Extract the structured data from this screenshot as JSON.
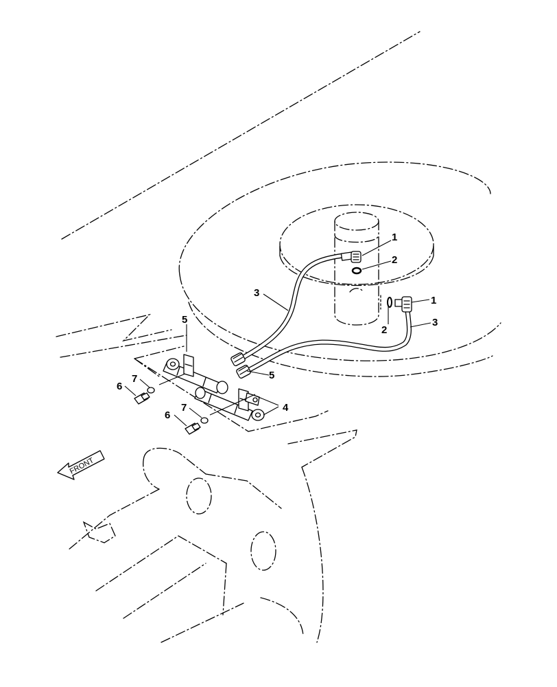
{
  "callouts": {
    "c1a": "1",
    "c2a": "2",
    "c3a": "3",
    "c1b": "1",
    "c2b": "2",
    "c3b": "3",
    "c5a": "5",
    "c5b": "5",
    "c4": "4",
    "c7a": "7",
    "c6a": "6",
    "c7b": "7",
    "c6b": "6"
  },
  "front_arrow": {
    "label": "FRONT"
  },
  "colors": {
    "line": "#000000",
    "background": "#ffffff"
  }
}
